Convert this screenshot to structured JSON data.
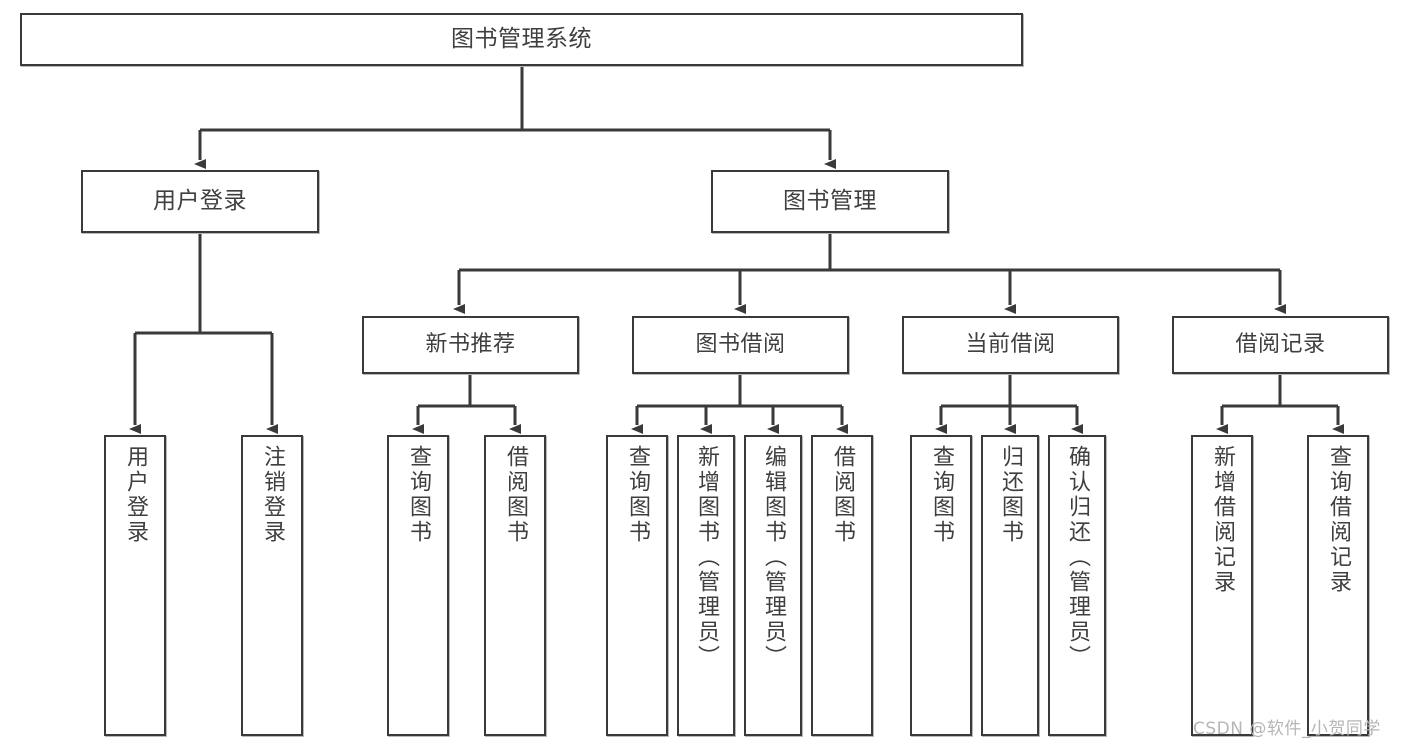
{
  "diagram": {
    "title": "图书管理系统",
    "type": "tree",
    "watermark": "CSDN @软件_小贺同学",
    "colors": {
      "node_border": "#3a3a3a",
      "node_fill": "#ffffff",
      "edge": "#3a3a3a",
      "text": "#3f3f3f",
      "watermark": "#b6b6b6",
      "background": "#ffffff"
    },
    "nodes": {
      "root": {
        "label": "图书管理系统"
      },
      "level2": [
        {
          "label": "用户登录"
        },
        {
          "label": "图书管理"
        }
      ],
      "level3": [
        {
          "label": "新书推荐"
        },
        {
          "label": "图书借阅"
        },
        {
          "label": "当前借阅"
        },
        {
          "label": "借阅记录"
        }
      ],
      "leaves": {
        "user_login": [
          {
            "label": "用户登录"
          },
          {
            "label": "注销登录"
          }
        ],
        "new_book": [
          {
            "label": "查询图书"
          },
          {
            "label": "借阅图书"
          }
        ],
        "book_borrow": [
          {
            "label": "查询图书"
          },
          {
            "label": "新增图书（管理员）"
          },
          {
            "label": "编辑图书（管理员）"
          },
          {
            "label": "借阅图书"
          }
        ],
        "current_borrow": [
          {
            "label": "查询图书"
          },
          {
            "label": "归还图书"
          },
          {
            "label": "确认归还（管理员）"
          }
        ],
        "borrow_record": [
          {
            "label": "新增借阅记录"
          },
          {
            "label": "查询借阅记录"
          }
        ]
      }
    }
  }
}
